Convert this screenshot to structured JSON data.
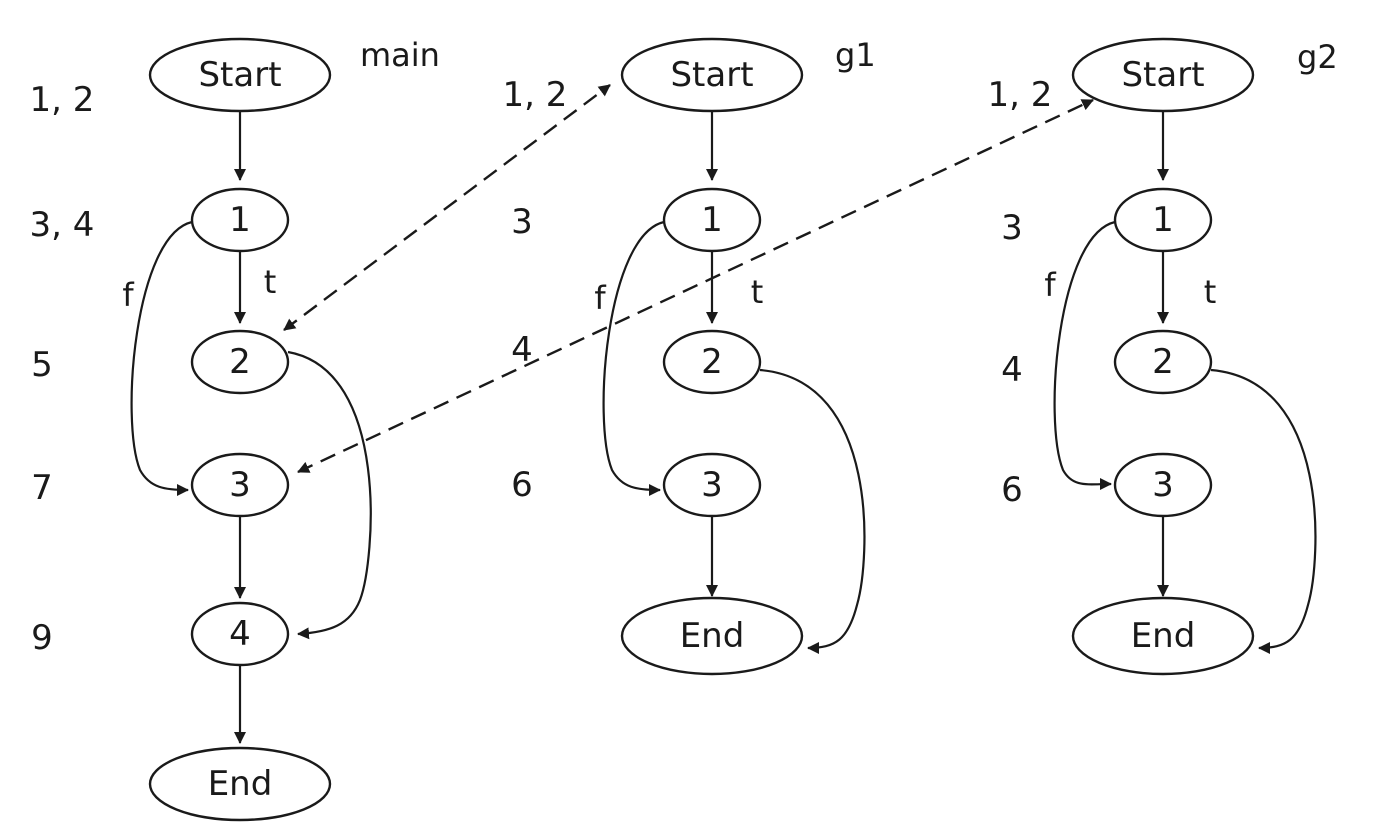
{
  "graphs": [
    {
      "title": "main",
      "nodes": [
        {
          "id": "start",
          "label": "Start"
        },
        {
          "id": "n1",
          "label": "1"
        },
        {
          "id": "n2",
          "label": "2"
        },
        {
          "id": "n3",
          "label": "3"
        },
        {
          "id": "n4",
          "label": "4"
        },
        {
          "id": "end",
          "label": "End"
        }
      ],
      "line_labels": [
        "1, 2",
        "3, 4",
        "5",
        "7",
        "9"
      ],
      "edge_labels": {
        "true": "t",
        "false": "f"
      }
    },
    {
      "title": "g1",
      "nodes": [
        {
          "id": "start",
          "label": "Start"
        },
        {
          "id": "n1",
          "label": "1"
        },
        {
          "id": "n2",
          "label": "2"
        },
        {
          "id": "n3",
          "label": "3"
        },
        {
          "id": "end",
          "label": "End"
        }
      ],
      "line_labels": [
        "1, 2",
        "3",
        "4",
        "6"
      ],
      "edge_labels": {
        "true": "t",
        "false": "f"
      }
    },
    {
      "title": "g2",
      "nodes": [
        {
          "id": "start",
          "label": "Start"
        },
        {
          "id": "n1",
          "label": "1"
        },
        {
          "id": "n2",
          "label": "2"
        },
        {
          "id": "n3",
          "label": "3"
        },
        {
          "id": "end",
          "label": "End"
        }
      ],
      "line_labels": [
        "1, 2",
        "3",
        "4",
        "6"
      ],
      "edge_labels": {
        "true": "t",
        "false": "f"
      }
    }
  ],
  "edges": [
    {
      "graph": "main",
      "from": "start",
      "to": "n1",
      "style": "solid"
    },
    {
      "graph": "main",
      "from": "n1",
      "to": "n2",
      "style": "solid",
      "label": "t"
    },
    {
      "graph": "main",
      "from": "n1",
      "to": "n3",
      "style": "solid",
      "label": "f"
    },
    {
      "graph": "main",
      "from": "n2",
      "to": "n4",
      "style": "solid"
    },
    {
      "graph": "main",
      "from": "n3",
      "to": "n4",
      "style": "solid"
    },
    {
      "graph": "main",
      "from": "n4",
      "to": "end",
      "style": "solid"
    },
    {
      "graph": "g1",
      "from": "start",
      "to": "n1",
      "style": "solid"
    },
    {
      "graph": "g1",
      "from": "n1",
      "to": "n2",
      "style": "solid",
      "label": "t"
    },
    {
      "graph": "g1",
      "from": "n1",
      "to": "n3",
      "style": "solid",
      "label": "f"
    },
    {
      "graph": "g1",
      "from": "n2",
      "to": "end",
      "style": "solid"
    },
    {
      "graph": "g1",
      "from": "n3",
      "to": "end",
      "style": "solid"
    },
    {
      "graph": "g2",
      "from": "start",
      "to": "n1",
      "style": "solid"
    },
    {
      "graph": "g2",
      "from": "n1",
      "to": "n2",
      "style": "solid",
      "label": "t"
    },
    {
      "graph": "g2",
      "from": "n1",
      "to": "n3",
      "style": "solid",
      "label": "f"
    },
    {
      "graph": "g2",
      "from": "n2",
      "to": "end",
      "style": "solid"
    },
    {
      "graph": "g2",
      "from": "n3",
      "to": "end",
      "style": "solid"
    },
    {
      "graph": "interprocedural",
      "from": "main.n2",
      "to": "g1.start",
      "style": "dashed",
      "bidirectional": true
    },
    {
      "graph": "interprocedural",
      "from": "main.n3",
      "to": "g2.start",
      "style": "dashed",
      "bidirectional": true
    }
  ]
}
